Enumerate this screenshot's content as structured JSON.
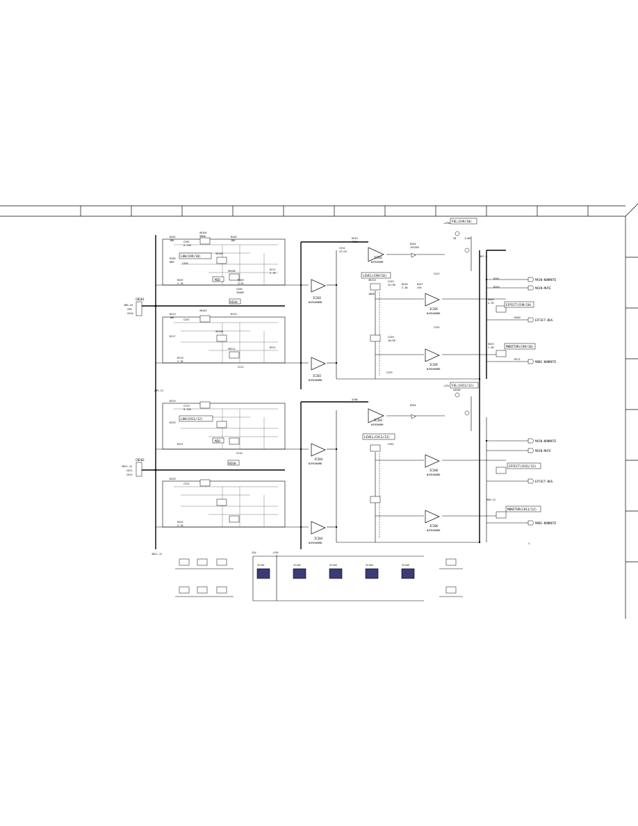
{
  "mid": {
    "ch9_level": "LEVEL(CH9/10)",
    "ch11_level": "LEVEL(CH11/12)",
    "ch9_fol": "FOL(CH9/10)",
    "ch11_fol": "FOL(CH11/12)",
    "ch9_effect": "EFFECT(CH9/10)",
    "ch9_monitor": "MONITOR(CH9/10)",
    "ch11_effect": "EFFECT(CH11/12)",
    "ch11_monitor": "MONITOR(CH11/12)",
    "lo_9": "LOW(CH9/10)",
    "lo_11": "LOW(CH11/12)",
    "mid_lbl": "MID",
    "high_lbl": "HIGH"
  },
  "outputs": {
    "main_nonmute_1": "MAIN-NONMUTE",
    "main_mute_1": "MAIN-MUTE",
    "effect_bus_1": "EFFECT-BUS",
    "moni_nonmute_1": "MONI-NONMUTE",
    "main_nonmute_2": "MAIN-NONMUTE",
    "main_mute_2": "MAIN-MUTE",
    "effect_bus_2": "EFFECT-BUS",
    "moni_nonmute_2": "MONI-NONMUTE"
  },
  "connectors": {
    "cn201": "CN201",
    "cn202": "CN202",
    "cn201_pins": [
      "IN9-10",
      "CH9",
      "CH10"
    ],
    "cn202_pins": [
      "IN11-12",
      "CH11",
      "CH12"
    ],
    "ref_left_1": "209-12",
    "ref_left_2": "IN11-12",
    "ref_right_1": "907-8",
    "ref_right_2": "909-12"
  },
  "ics": {
    "ic201": "IC201",
    "ic202": "IC202",
    "ic203": "IC203",
    "ic204": "IC204",
    "ic205": "IC205",
    "ic206": "IC206",
    "njm": "NJM2068MD",
    "njm_alt": "NJM2068M"
  },
  "power": {
    "plus15": "+15V",
    "minus15": "-15V",
    "plus12": "+12V"
  },
  "parts": {
    "r201": "R201",
    "r203": "R203",
    "r205": "R205",
    "r207": "R207",
    "r209": "R209",
    "r211": "R211",
    "r213": "R213",
    "r215": "R215",
    "r217": "R217",
    "r219": "R219",
    "r221": "R221",
    "r223": "R223",
    "r225": "R225",
    "r227": "R227",
    "r229": "R229",
    "r241": "R241",
    "r243": "R243",
    "r245": "R245",
    "r247": "R247",
    "r261": "R261",
    "r263": "R263",
    "r265": "R265",
    "r267": "R267",
    "r269": "R269",
    "r271": "R271",
    "c201": "C201",
    "c203": "C203",
    "c205": "C205",
    "c207": "C207",
    "c211": "C211",
    "c213": "C213",
    "c215": "C215",
    "c221": "C221",
    "c241": "C241",
    "c243": "C243",
    "c247": "C247",
    "c249": "C249",
    "c251": "C251",
    "c253": "C253",
    "c261": "C261",
    "vr201": "VR201",
    "vr203": "VR203",
    "vr205": "VR205",
    "vr207": "VR207",
    "vr209": "VR209",
    "vr211": "VR211",
    "vr213": "VR213",
    "d201": "D201",
    "d202": "D202",
    "ld201": "LD201",
    "ld202": "LD202",
    "v10k": "10K",
    "v27k": "2.7K",
    "v680": "680",
    "v22k": "22K",
    "v47k": "47K",
    "v470k": "470K",
    "v33k": "3.3K",
    "v15k": "1.5K",
    "v47kb": "4.7K",
    "c015": "0.15U",
    "c3300": "3300P",
    "c47": "47/25",
    "c22": "22/50",
    "c10": "10/50",
    "vr50k": "50KB",
    "vr10k": "10KB",
    "diode": "1SS355",
    "led": "Y8",
    "w": "1/4W"
  },
  "misc": {
    "delta": "△"
  }
}
